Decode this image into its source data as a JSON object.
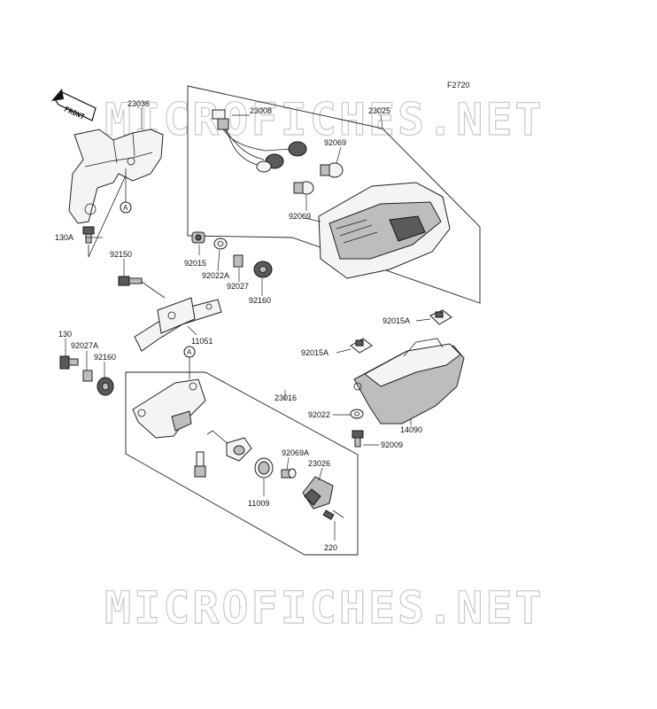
{
  "figure_code": "F2720",
  "watermark": "MICROFICHES.NET",
  "front_marker": "FRONT",
  "ref_marker": "A",
  "part_labels": {
    "p23036": "23036",
    "p23008": "23008",
    "p23025": "23025",
    "p92069_top": "92069",
    "p92069_bottom": "92069",
    "p130A": "130A",
    "p92150": "92150",
    "p92015": "92015",
    "p92022A": "92022A",
    "p92027": "92027",
    "p92160_top": "92160",
    "p11051": "11051",
    "p130": "130",
    "p92027A": "92027A",
    "p92160_left": "92160",
    "p92015A_top": "92015A",
    "p92015A_left": "92015A",
    "p23016": "23016",
    "p92022": "92022",
    "p14090": "14090",
    "p92009": "92009",
    "p92069A": "92069A",
    "p23026": "23026",
    "p11009": "11009",
    "p220": "220"
  }
}
